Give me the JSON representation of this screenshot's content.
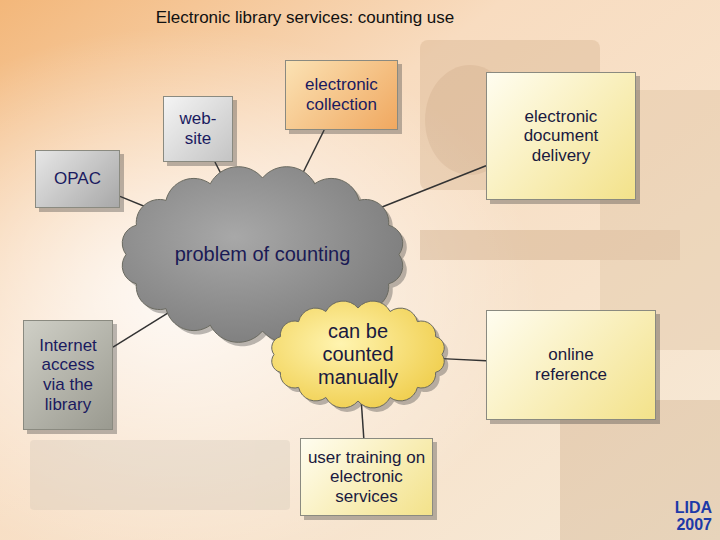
{
  "diagram": {
    "title": "Electronic library services: counting use",
    "nodes": [
      {
        "text": [
          "electronic collection"
        ]
      },
      {
        "text": [
          "web-site"
        ]
      },
      {
        "text": [
          "electronic document delivery"
        ]
      },
      {
        "text": [
          "OPAC"
        ]
      },
      {
        "text": [
          "problem of counting"
        ]
      },
      {
        "text": [
          "Internet access via the library"
        ]
      },
      {
        "text": [
          "can be counted manually"
        ]
      },
      {
        "text": [
          "online reference"
        ]
      },
      {
        "text": [
          "user training on electronic services"
        ]
      }
    ],
    "edges": [
      {
        "from": 4,
        "to": 0,
        "arrow": "none"
      },
      {
        "from": 4,
        "to": 1,
        "arrow": "none"
      },
      {
        "from": 4,
        "to": 2,
        "arrow": "none"
      },
      {
        "from": 4,
        "to": 3,
        "arrow": "none"
      },
      {
        "from": 4,
        "to": 5,
        "arrow": "none"
      },
      {
        "from": 6,
        "to": 7,
        "arrow": "none"
      },
      {
        "from": 6,
        "to": 8,
        "arrow": "none"
      }
    ],
    "labels": [
      "LIDA 2007"
    ]
  }
}
